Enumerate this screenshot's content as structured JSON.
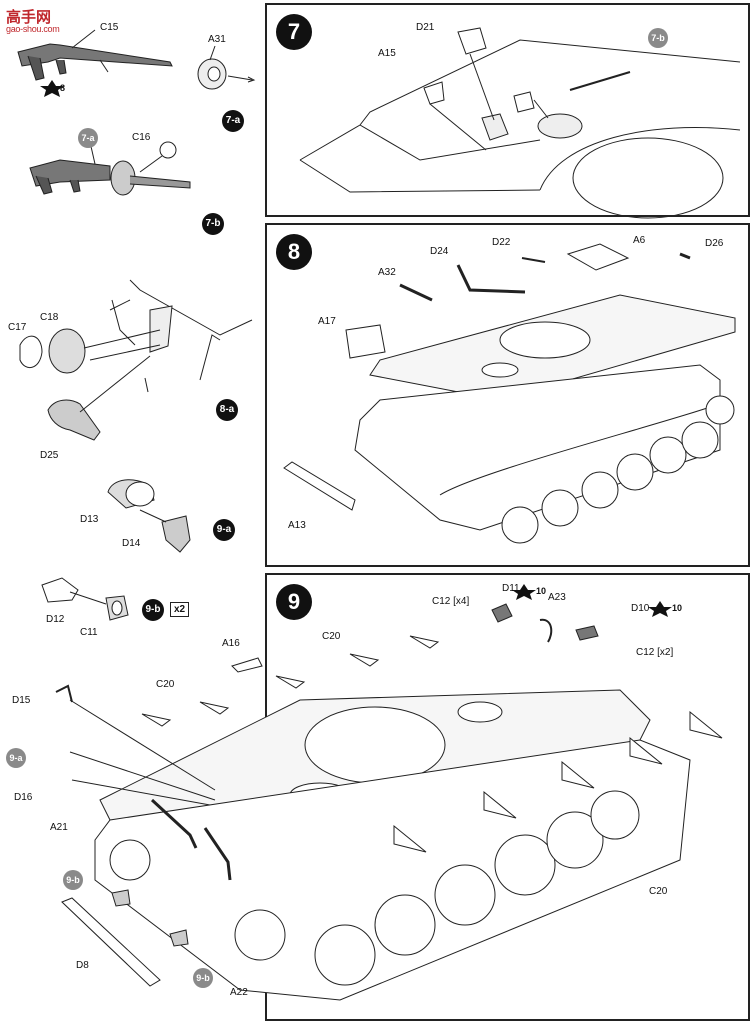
{
  "watermark": {
    "name": "高手网",
    "url": "gao-shou.com"
  },
  "steps": {
    "s7": {
      "number": "7"
    },
    "s8": {
      "number": "8"
    },
    "s9": {
      "number": "9"
    }
  },
  "subassemblies": {
    "a7a": "7-a",
    "a7b": "7-b",
    "a8a": "8-a",
    "a9a": "9-a",
    "a9b": "9-b",
    "ref7a": "7-a",
    "ref7b": "7-b",
    "ref9a": "9-a",
    "ref9b1": "9-b",
    "ref9b2": "9-b"
  },
  "quantity": "x2",
  "star_refs": {
    "c15": "8",
    "d11": "10",
    "d10": "10"
  },
  "parts": {
    "c15": "C15",
    "a31": "A31",
    "c16": "C16",
    "c17": "C17",
    "c18": "C18",
    "d25": "D25",
    "d13": "D13",
    "d14": "D14",
    "d12": "D12",
    "c11": "C11",
    "d21": "D21",
    "a15": "A15",
    "a32": "A32",
    "d24": "D24",
    "d22": "D22",
    "a6": "A6",
    "d26": "D26",
    "a17": "A17",
    "a13": "A13",
    "c12a": "C12 [x4]",
    "d11": "D11",
    "a23": "A23",
    "d10": "D10",
    "c12b": "C12 [x2]",
    "c20a": "C20",
    "c20b": "C20",
    "c20c": "C20",
    "a16": "A16",
    "d15": "D15",
    "d16": "D16",
    "a21": "A21",
    "d8": "D8",
    "a22": "A22"
  }
}
